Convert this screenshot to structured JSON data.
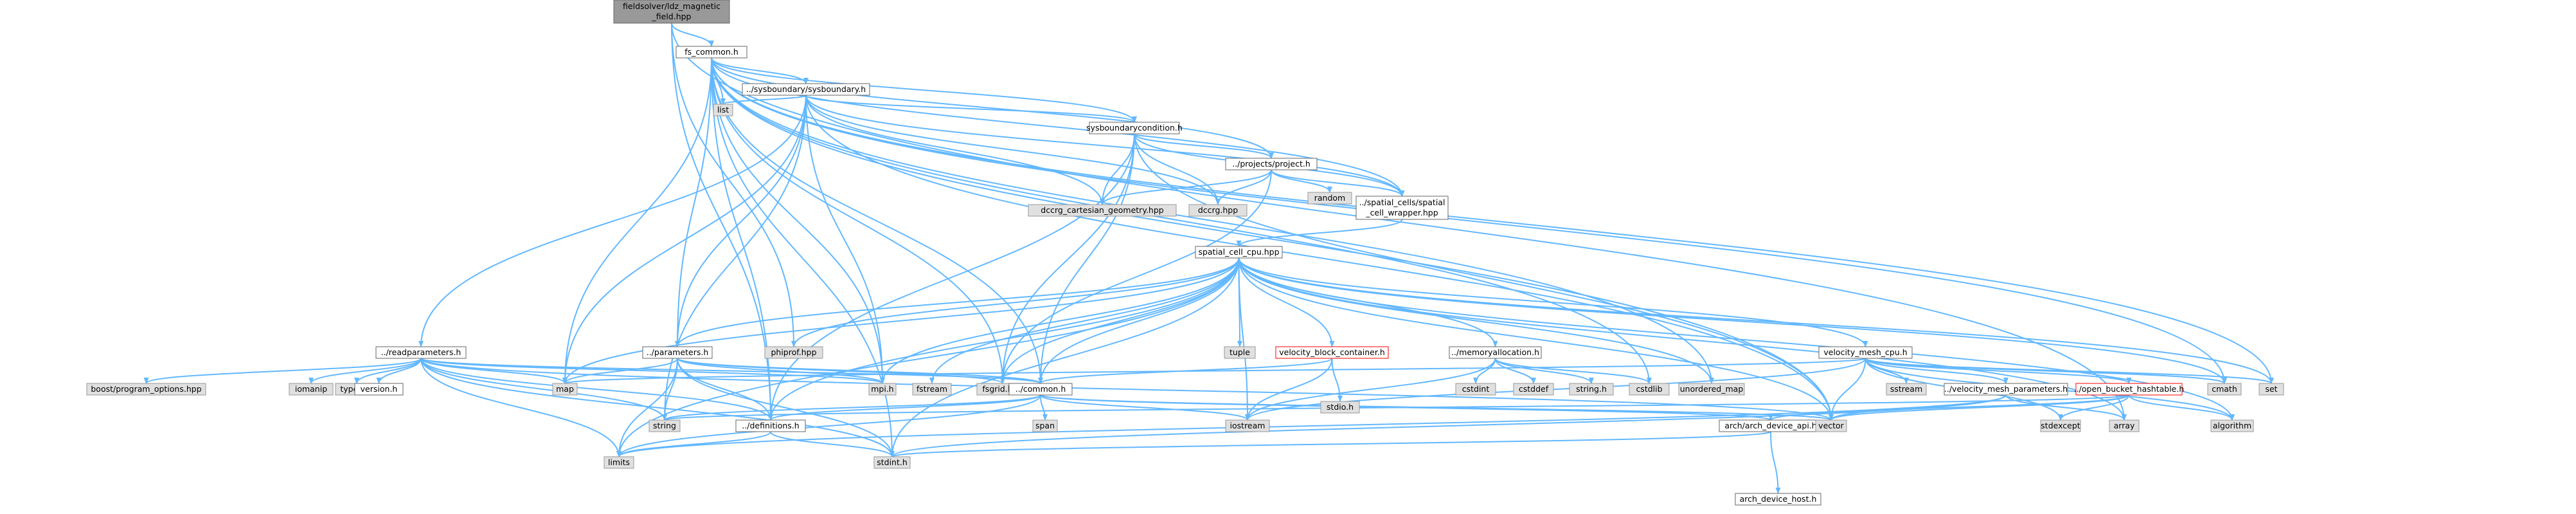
{
  "nodes": [
    {
      "id": "root",
      "lines": [
        "fieldsolver/ldz_magnetic",
        "_field.hpp"
      ],
      "style": "root"
    },
    {
      "id": "fs_common",
      "lines": [
        "fs_common.h"
      ],
      "style": "plain"
    },
    {
      "id": "sysboundary",
      "lines": [
        "../sysboundary/sysboundary.h"
      ],
      "style": "plain"
    },
    {
      "id": "list",
      "lines": [
        "list"
      ],
      "style": "ext"
    },
    {
      "id": "sysbcond",
      "lines": [
        "sysboundarycondition.h"
      ],
      "style": "plain"
    },
    {
      "id": "project",
      "lines": [
        "../projects/project.h"
      ],
      "style": "plain"
    },
    {
      "id": "random",
      "lines": [
        "random"
      ],
      "style": "ext"
    },
    {
      "id": "dccrg_cart",
      "lines": [
        "dccrg_cartesian_geometry.hpp"
      ],
      "style": "ext"
    },
    {
      "id": "dccrg",
      "lines": [
        "dccrg.hpp"
      ],
      "style": "ext"
    },
    {
      "id": "spatial_wrapper",
      "lines": [
        "../spatial_cells/spatial",
        "_cell_wrapper.hpp"
      ],
      "style": "plain"
    },
    {
      "id": "spatial_cpu",
      "lines": [
        "spatial_cell_cpu.hpp"
      ],
      "style": "plain"
    },
    {
      "id": "readparams",
      "lines": [
        "../readparameters.h"
      ],
      "style": "plain"
    },
    {
      "id": "parameters",
      "lines": [
        "../parameters.h"
      ],
      "style": "plain"
    },
    {
      "id": "phiprof",
      "lines": [
        "phiprof.hpp"
      ],
      "style": "ext"
    },
    {
      "id": "tuple",
      "lines": [
        "tuple"
      ],
      "style": "ext"
    },
    {
      "id": "vbc",
      "lines": [
        "velocity_block_container.h"
      ],
      "style": "red"
    },
    {
      "id": "memalloc",
      "lines": [
        "../memoryallocation.h"
      ],
      "style": "plain"
    },
    {
      "id": "vmesh",
      "lines": [
        "velocity_mesh_cpu.h"
      ],
      "style": "plain"
    },
    {
      "id": "boost_po",
      "lines": [
        "boost/program_options.hpp"
      ],
      "style": "ext"
    },
    {
      "id": "iomanip",
      "lines": [
        "iomanip"
      ],
      "style": "ext"
    },
    {
      "id": "typeinfo",
      "lines": [
        "typeinfo"
      ],
      "style": "ext"
    },
    {
      "id": "version",
      "lines": [
        "version.h"
      ],
      "style": "plain"
    },
    {
      "id": "map",
      "lines": [
        "map"
      ],
      "style": "ext"
    },
    {
      "id": "mpi",
      "lines": [
        "mpi.h"
      ],
      "style": "ext"
    },
    {
      "id": "fstream",
      "lines": [
        "fstream"
      ],
      "style": "ext"
    },
    {
      "id": "fsgrid",
      "lines": [
        "fsgrid.hpp"
      ],
      "style": "ext"
    },
    {
      "id": "common",
      "lines": [
        "../common.h"
      ],
      "style": "plain"
    },
    {
      "id": "stdio",
      "lines": [
        "stdio.h"
      ],
      "style": "ext"
    },
    {
      "id": "cstdint",
      "lines": [
        "cstdint"
      ],
      "style": "ext"
    },
    {
      "id": "cstddef",
      "lines": [
        "cstddef"
      ],
      "style": "ext"
    },
    {
      "id": "stringh",
      "lines": [
        "string.h"
      ],
      "style": "ext"
    },
    {
      "id": "cstdlib",
      "lines": [
        "cstdlib"
      ],
      "style": "ext"
    },
    {
      "id": "unordered_map",
      "lines": [
        "unordered_map"
      ],
      "style": "ext"
    },
    {
      "id": "sstream",
      "lines": [
        "sstream"
      ],
      "style": "ext"
    },
    {
      "id": "vmesh_params",
      "lines": [
        "../velocity_mesh_parameters.h"
      ],
      "style": "plain"
    },
    {
      "id": "obh",
      "lines": [
        "../open_bucket_hashtable.h"
      ],
      "style": "red"
    },
    {
      "id": "cmath",
      "lines": [
        "cmath"
      ],
      "style": "ext"
    },
    {
      "id": "set",
      "lines": [
        "set"
      ],
      "style": "ext"
    },
    {
      "id": "span",
      "lines": [
        "span"
      ],
      "style": "ext"
    },
    {
      "id": "string",
      "lines": [
        "string"
      ],
      "style": "ext"
    },
    {
      "id": "definitions",
      "lines": [
        "../definitions.h"
      ],
      "style": "plain"
    },
    {
      "id": "iostream",
      "lines": [
        "iostream"
      ],
      "style": "ext"
    },
    {
      "id": "arch_api",
      "lines": [
        "arch/arch_device_api.h"
      ],
      "style": "plain"
    },
    {
      "id": "vector",
      "lines": [
        "vector"
      ],
      "style": "ext"
    },
    {
      "id": "stdexcept",
      "lines": [
        "stdexcept"
      ],
      "style": "ext"
    },
    {
      "id": "array",
      "lines": [
        "array"
      ],
      "style": "ext"
    },
    {
      "id": "algorithm",
      "lines": [
        "algorithm"
      ],
      "style": "ext"
    },
    {
      "id": "limits",
      "lines": [
        "limits"
      ],
      "style": "ext"
    },
    {
      "id": "stdint",
      "lines": [
        "stdint.h"
      ],
      "style": "ext"
    },
    {
      "id": "arch_host",
      "lines": [
        "arch_device_host.h"
      ],
      "style": "plain"
    }
  ],
  "edges": [
    [
      "root",
      "fs_common"
    ],
    [
      "root",
      "phiprof"
    ],
    [
      "root",
      "definitions"
    ],
    [
      "root",
      "array"
    ],
    [
      "fs_common",
      "sysboundary"
    ],
    [
      "fs_common",
      "list"
    ],
    [
      "fs_common",
      "sysbcond"
    ],
    [
      "fs_common",
      "project"
    ],
    [
      "fs_common",
      "spatial_wrapper"
    ],
    [
      "fs_common",
      "parameters"
    ],
    [
      "fs_common",
      "fsgrid"
    ],
    [
      "fs_common",
      "common"
    ],
    [
      "fs_common",
      "map"
    ],
    [
      "fs_common",
      "mpi"
    ],
    [
      "fs_common",
      "cmath"
    ],
    [
      "fs_common",
      "set"
    ],
    [
      "fs_common",
      "vector"
    ],
    [
      "fs_common",
      "stdint"
    ],
    [
      "fs_common",
      "cstdlib"
    ],
    [
      "fs_common",
      "unordered_map"
    ],
    [
      "fs_common",
      "definitions"
    ],
    [
      "sysboundary",
      "list"
    ],
    [
      "sysboundary",
      "sysbcond"
    ],
    [
      "sysboundary",
      "readparams"
    ],
    [
      "sysboundary",
      "parameters"
    ],
    [
      "sysboundary",
      "dccrg_cart"
    ],
    [
      "sysboundary",
      "dccrg"
    ],
    [
      "sysboundary",
      "map"
    ],
    [
      "sysboundary",
      "mpi"
    ],
    [
      "sysboundary",
      "string"
    ],
    [
      "sysboundary",
      "vector"
    ],
    [
      "sysboundary",
      "spatial_wrapper"
    ],
    [
      "sysbcond",
      "project"
    ],
    [
      "sysbcond",
      "dccrg_cart"
    ],
    [
      "sysbcond",
      "dccrg"
    ],
    [
      "sysbcond",
      "spatial_wrapper"
    ],
    [
      "sysbcond",
      "fsgrid"
    ],
    [
      "sysbcond",
      "common"
    ],
    [
      "sysbcond",
      "definitions"
    ],
    [
      "sysbcond",
      "vector"
    ],
    [
      "project",
      "random"
    ],
    [
      "project",
      "dccrg_cart"
    ],
    [
      "project",
      "dccrg"
    ],
    [
      "project",
      "spatial_wrapper"
    ],
    [
      "project",
      "fsgrid"
    ],
    [
      "spatial_wrapper",
      "spatial_cpu"
    ],
    [
      "spatial_cpu",
      "parameters"
    ],
    [
      "spatial_cpu",
      "phiprof"
    ],
    [
      "spatial_cpu",
      "tuple"
    ],
    [
      "spatial_cpu",
      "vbc"
    ],
    [
      "spatial_cpu",
      "memalloc"
    ],
    [
      "spatial_cpu",
      "vmesh"
    ],
    [
      "spatial_cpu",
      "map"
    ],
    [
      "spatial_cpu",
      "mpi"
    ],
    [
      "spatial_cpu",
      "fstream"
    ],
    [
      "spatial_cpu",
      "fsgrid"
    ],
    [
      "spatial_cpu",
      "common"
    ],
    [
      "spatial_cpu",
      "unordered_map"
    ],
    [
      "spatial_cpu",
      "cmath"
    ],
    [
      "spatial_cpu",
      "set"
    ],
    [
      "spatial_cpu",
      "vector"
    ],
    [
      "spatial_cpu",
      "iostream"
    ],
    [
      "spatial_cpu",
      "algorithm"
    ],
    [
      "spatial_cpu",
      "array"
    ],
    [
      "spatial_cpu",
      "stdint"
    ],
    [
      "spatial_cpu",
      "limits"
    ],
    [
      "spatial_cpu",
      "definitions"
    ],
    [
      "readparams",
      "boost_po"
    ],
    [
      "readparams",
      "iomanip"
    ],
    [
      "readparams",
      "typeinfo"
    ],
    [
      "readparams",
      "version"
    ],
    [
      "readparams",
      "map"
    ],
    [
      "readparams",
      "mpi"
    ],
    [
      "readparams",
      "string"
    ],
    [
      "readparams",
      "vector"
    ],
    [
      "readparams",
      "limits"
    ],
    [
      "readparams",
      "stdint"
    ],
    [
      "readparams",
      "definitions"
    ],
    [
      "readparams",
      "common"
    ],
    [
      "parameters",
      "map"
    ],
    [
      "parameters",
      "mpi"
    ],
    [
      "parameters",
      "string"
    ],
    [
      "parameters",
      "definitions"
    ],
    [
      "parameters",
      "limits"
    ],
    [
      "parameters",
      "common"
    ],
    [
      "parameters",
      "stdint"
    ],
    [
      "parameters",
      "fsgrid"
    ],
    [
      "vbc",
      "stdio"
    ],
    [
      "vbc",
      "common"
    ],
    [
      "vbc",
      "iostream"
    ],
    [
      "memalloc",
      "cstdint"
    ],
    [
      "memalloc",
      "cstddef"
    ],
    [
      "memalloc",
      "stringh"
    ],
    [
      "memalloc",
      "cstdlib"
    ],
    [
      "memalloc",
      "iostream"
    ],
    [
      "vmesh",
      "sstream"
    ],
    [
      "vmesh",
      "vmesh_params"
    ],
    [
      "vmesh",
      "obh"
    ],
    [
      "vmesh",
      "map"
    ],
    [
      "vmesh",
      "vector"
    ],
    [
      "vmesh",
      "cmath"
    ],
    [
      "vmesh",
      "set"
    ],
    [
      "vmesh",
      "algorithm"
    ],
    [
      "vmesh",
      "iostream"
    ],
    [
      "vmesh",
      "stdexcept"
    ],
    [
      "vmesh_params",
      "array"
    ],
    [
      "vmesh_params",
      "vector"
    ],
    [
      "vmesh_params",
      "limits"
    ],
    [
      "vmesh_params",
      "stdint"
    ],
    [
      "obh",
      "vector"
    ],
    [
      "obh",
      "stdexcept"
    ],
    [
      "obh",
      "algorithm"
    ],
    [
      "obh",
      "string"
    ],
    [
      "obh",
      "arch_api"
    ],
    [
      "common",
      "span"
    ],
    [
      "common",
      "string"
    ],
    [
      "common",
      "definitions"
    ],
    [
      "common",
      "iostream"
    ],
    [
      "common",
      "arch_api"
    ],
    [
      "common",
      "vector"
    ],
    [
      "common",
      "limits"
    ],
    [
      "definitions",
      "limits"
    ],
    [
      "definitions",
      "stdint"
    ],
    [
      "arch_api",
      "arch_host"
    ],
    [
      "arch_api",
      "stdint"
    ]
  ],
  "colors": {
    "edge": "#63b8ff",
    "root_fill": "#999999",
    "ext_fill": "#e0e0e0",
    "plain_fill": "#ffffff",
    "ext_border": "#999999",
    "plain_border": "#666666",
    "red_border": "#ff0000"
  }
}
